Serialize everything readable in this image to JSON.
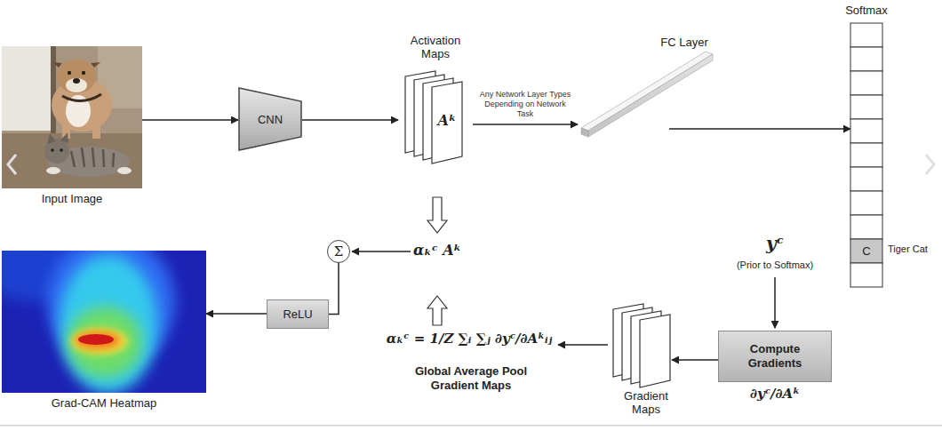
{
  "diagram": {
    "nodes": [
      {
        "text": [
          "Input Image"
        ]
      },
      {
        "text": [
          "CNN"
        ]
      },
      {
        "text": [
          "Activation Maps",
          "Aᵏ"
        ]
      },
      {
        "text": [
          "FC Layer"
        ]
      },
      {
        "text": [
          "Softmax",
          "C"
        ]
      },
      {
        "text": [
          "Compute Gradients",
          "∂yᶜ/∂Aᵏ"
        ]
      },
      {
        "text": [
          "Gradient Maps"
        ]
      },
      {
        "text": [
          "ReLU"
        ]
      },
      {
        "text": [
          "Σ"
        ]
      },
      {
        "text": [
          "Grad-CAM Heatmap"
        ]
      }
    ],
    "edges": [
      {
        "from": 0,
        "to": 1,
        "arrow": "to"
      },
      {
        "from": 1,
        "to": 2,
        "arrow": "to"
      },
      {
        "from": 2,
        "to": 3,
        "arrow": "to",
        "label": "Any Network Layer Types Depending on Network Task"
      },
      {
        "from": 3,
        "to": 4,
        "arrow": "to"
      },
      {
        "from": 5,
        "to": 6,
        "arrow": "to"
      },
      {
        "from": 8,
        "to": 7,
        "arrow": "none"
      },
      {
        "from": 7,
        "to": 9,
        "arrow": "to"
      }
    ],
    "labels": [
      "Tiger Cat",
      "yᶜ",
      "(Prior to Softmax)",
      "αₖᶜ Aᵏ",
      "αₖᶜ = 1/Z ∑ᵢ ∑ⱼ ∂yᶜ/∂Aᵏᵢⱼ",
      "Global Average Pool Gradient Maps"
    ]
  }
}
